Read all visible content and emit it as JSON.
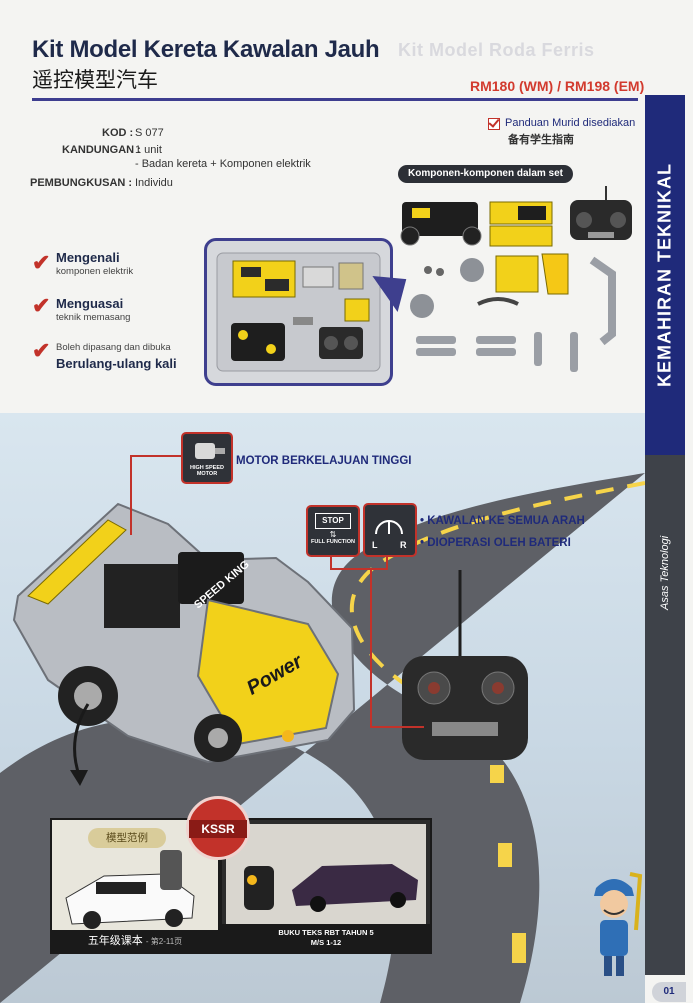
{
  "header": {
    "title": "Kit Model Kereta Kawalan Jauh",
    "title_cn": "遥控模型汽车",
    "ghost_title": "Kit Model Roda Ferris",
    "price": "RM180 (WM) / RM198 (EM)"
  },
  "side_band": {
    "section": "KEMAHIRAN TEKNIKAL",
    "subject": "Asas Teknologi"
  },
  "spec": {
    "kod_label": "KOD",
    "kod_value": "S 077",
    "kandungan_label": "KANDUNGAN",
    "kandungan_line1": "1 unit",
    "kandungan_line2": "- Badan kereta + Komponen elektrik",
    "pembungkusan_label": "PEMBUNGKUSAN",
    "pembungkusan_value": "Individu"
  },
  "guide": {
    "text": "Panduan Murid disediakan",
    "text_cn": "备有学生指南"
  },
  "components_title": "Komponen-komponen dalam set",
  "features": [
    {
      "strong": "Mengenali",
      "small": "komponen elektrik"
    },
    {
      "strong": "Menguasai",
      "small": "teknik memasang"
    },
    {
      "small": "Boleh dipasang dan dibuka",
      "strong": "Berulang-ulang kali"
    }
  ],
  "callouts": {
    "motor_icon_caption": "HIGH SPEED MOTOR",
    "motor": "MOTOR BERKELAJUAN TINGGI",
    "stop_top": "STOP",
    "stop_bottom": "FULL FUNCTION",
    "dir_left": "L",
    "dir_right": "R",
    "control1": "KAWALAN KE SEMUA ARAH",
    "control2": "DIOPERASI OLEH BATERI",
    "car_brand": "SPEED KING",
    "car_decal": "Power"
  },
  "photos": {
    "badge": "模型范例",
    "caption1": "五年级课本",
    "caption1_sub": "- 第2-11页",
    "caption2_line1": "BUKU TEKS RBT TAHUN 5",
    "caption2_line2": "M/S 1-12",
    "kssr": "KSSR"
  },
  "page_number": "01",
  "colors": {
    "navy": "#1f2a7a",
    "accent_red": "#c2322a",
    "price_red": "#d23a2e"
  }
}
